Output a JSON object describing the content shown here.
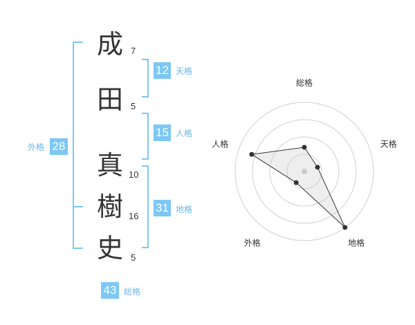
{
  "name": {
    "characters": [
      {
        "char": "成",
        "strokes": "7"
      },
      {
        "char": "田",
        "strokes": "5"
      },
      {
        "char": "真",
        "strokes": "10"
      },
      {
        "char": "樹",
        "strokes": "16"
      },
      {
        "char": "史",
        "strokes": "5"
      }
    ]
  },
  "fortune": {
    "tenkaku": {
      "value": "12",
      "label": "天格"
    },
    "jinkaku": {
      "value": "15",
      "label": "人格"
    },
    "chikaku": {
      "value": "31",
      "label": "地格"
    },
    "gaikaku": {
      "value": "28",
      "label": "外格"
    },
    "soukaku": {
      "value": "43",
      "label": "総格"
    }
  },
  "colors": {
    "accent": "#7cc7f4",
    "accent_text": "#6bb7e8",
    "text": "#333333"
  },
  "chart_data": {
    "type": "radar",
    "axes": [
      "総格",
      "天格",
      "地格",
      "外格",
      "人格"
    ],
    "values": [
      0.35,
      0.2,
      1.0,
      0.2,
      0.8
    ],
    "rings": 4,
    "range": [
      0,
      1
    ]
  }
}
